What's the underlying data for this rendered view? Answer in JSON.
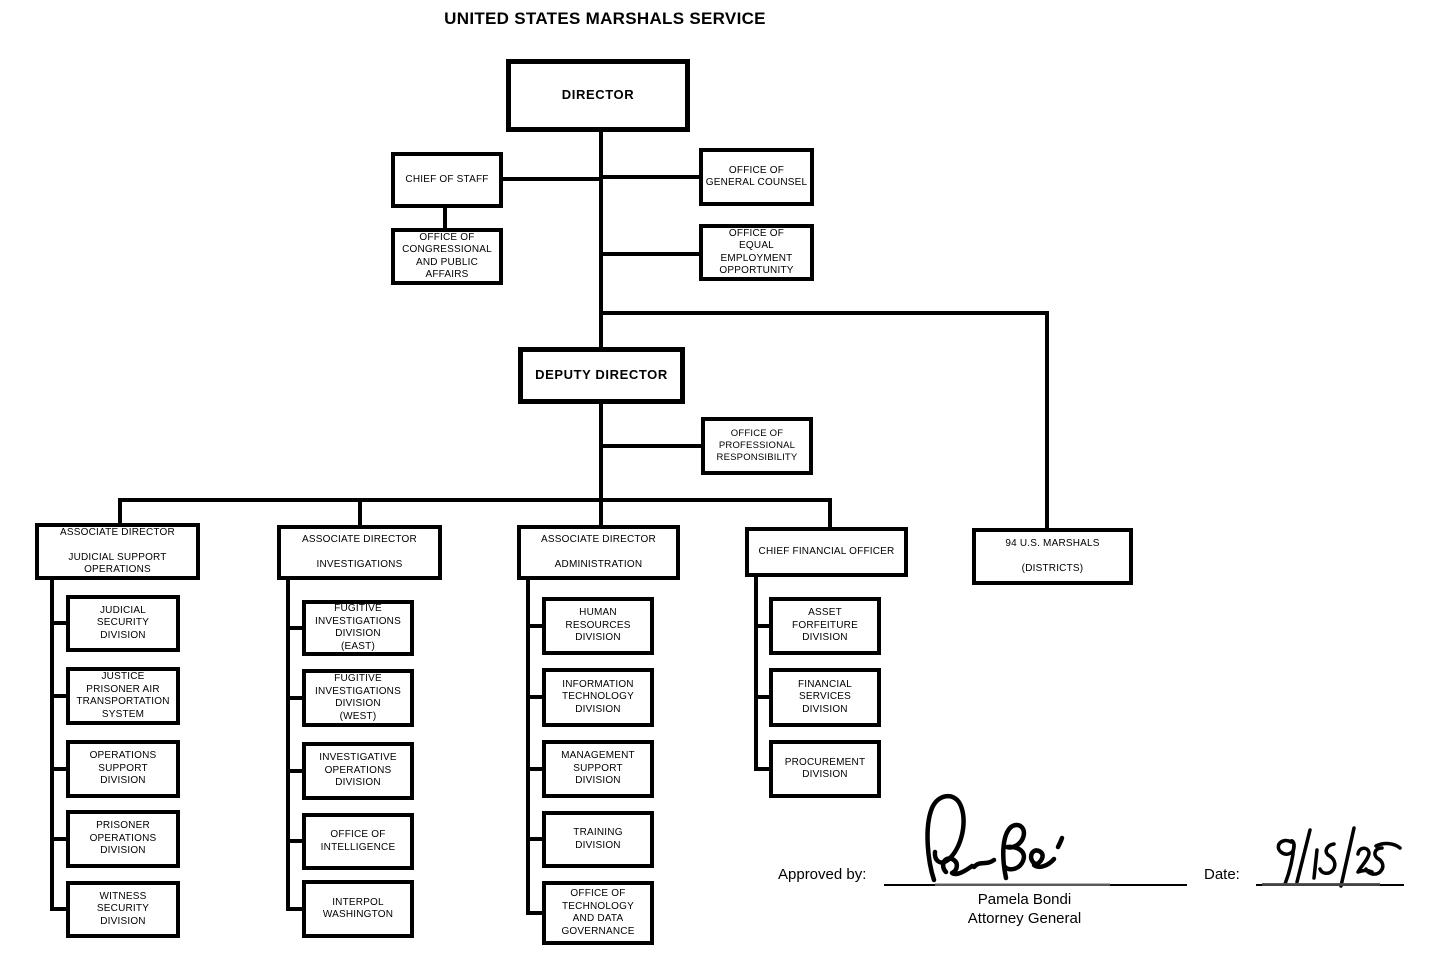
{
  "title": "UNITED STATES MARSHALS SERVICE",
  "colors": {
    "line": "#000000",
    "background": "#ffffff",
    "text": "#000000"
  },
  "nodes": {
    "director": "DIRECTOR",
    "chief_of_staff": "CHIEF OF STAFF",
    "general_counsel": "OFFICE OF\nGENERAL COUNSEL",
    "congressional_public_affairs": "OFFICE OF\nCONGRESSIONAL\nAND PUBLIC\nAFFAIRS",
    "equal_employment_opportunity": "OFFICE OF\nEQUAL\nEMPLOYMENT\nOPPORTUNITY",
    "deputy_director": "DEPUTY DIRECTOR",
    "professional_responsibility": "OFFICE OF\nPROFESSIONAL\nRESPONSIBILITY",
    "ad_judicial_support": "ASSOCIATE DIRECTOR\n\nJUDICIAL SUPPORT\nOPERATIONS",
    "ad_investigations": "ASSOCIATE DIRECTOR\n\nINVESTIGATIONS",
    "ad_administration": "ASSOCIATE DIRECTOR\n\nADMINISTRATION",
    "chief_financial_officer": "CHIEF FINANCIAL OFFICER",
    "us_marshals_districts": "94 U.S. MARSHALS\n\n(DISTRICTS)",
    "judicial_security": "JUDICIAL\nSECURITY\nDIVISION",
    "justice_prisoner_air": "JUSTICE\nPRISONER AIR\nTRANSPORTATION\nSYSTEM",
    "operations_support": "OPERATIONS\nSUPPORT\nDIVISION",
    "prisoner_operations": "PRISONER\nOPERATIONS\nDIVISION",
    "witness_security": "WITNESS\nSECURITY\nDIVISION",
    "fugitive_east": "FUGITIVE\nINVESTIGATIONS\nDIVISION\n(EAST)",
    "fugitive_west": "FUGITIVE\nINVESTIGATIONS\nDIVISION\n(WEST)",
    "investigative_operations": "INVESTIGATIVE\nOPERATIONS\nDIVISION",
    "office_intelligence": "OFFICE OF\nINTELLIGENCE",
    "interpol_washington": "INTERPOL\nWASHINGTON",
    "human_resources": "HUMAN\nRESOURCES\nDIVISION",
    "information_technology": "INFORMATION\nTECHNOLOGY\nDIVISION",
    "management_support": "MANAGEMENT\nSUPPORT\nDIVISION",
    "training": "TRAINING\nDIVISION",
    "technology_data_governance": "OFFICE OF\nTECHNOLOGY\nAND DATA\nGOVERNANCE",
    "asset_forfeiture": "ASSET\nFORFEITURE\nDIVISION",
    "financial_services": "FINANCIAL\nSERVICES\nDIVISION",
    "procurement": "PROCUREMENT\nDIVISION"
  },
  "signature": {
    "approved_by_label": "Approved by:",
    "signature_value": "Pamela Bondi",
    "signatory_name": "Pamela Bondi",
    "signatory_title": "Attorney General",
    "date_label": "Date:",
    "date_value": "9/15/25"
  }
}
